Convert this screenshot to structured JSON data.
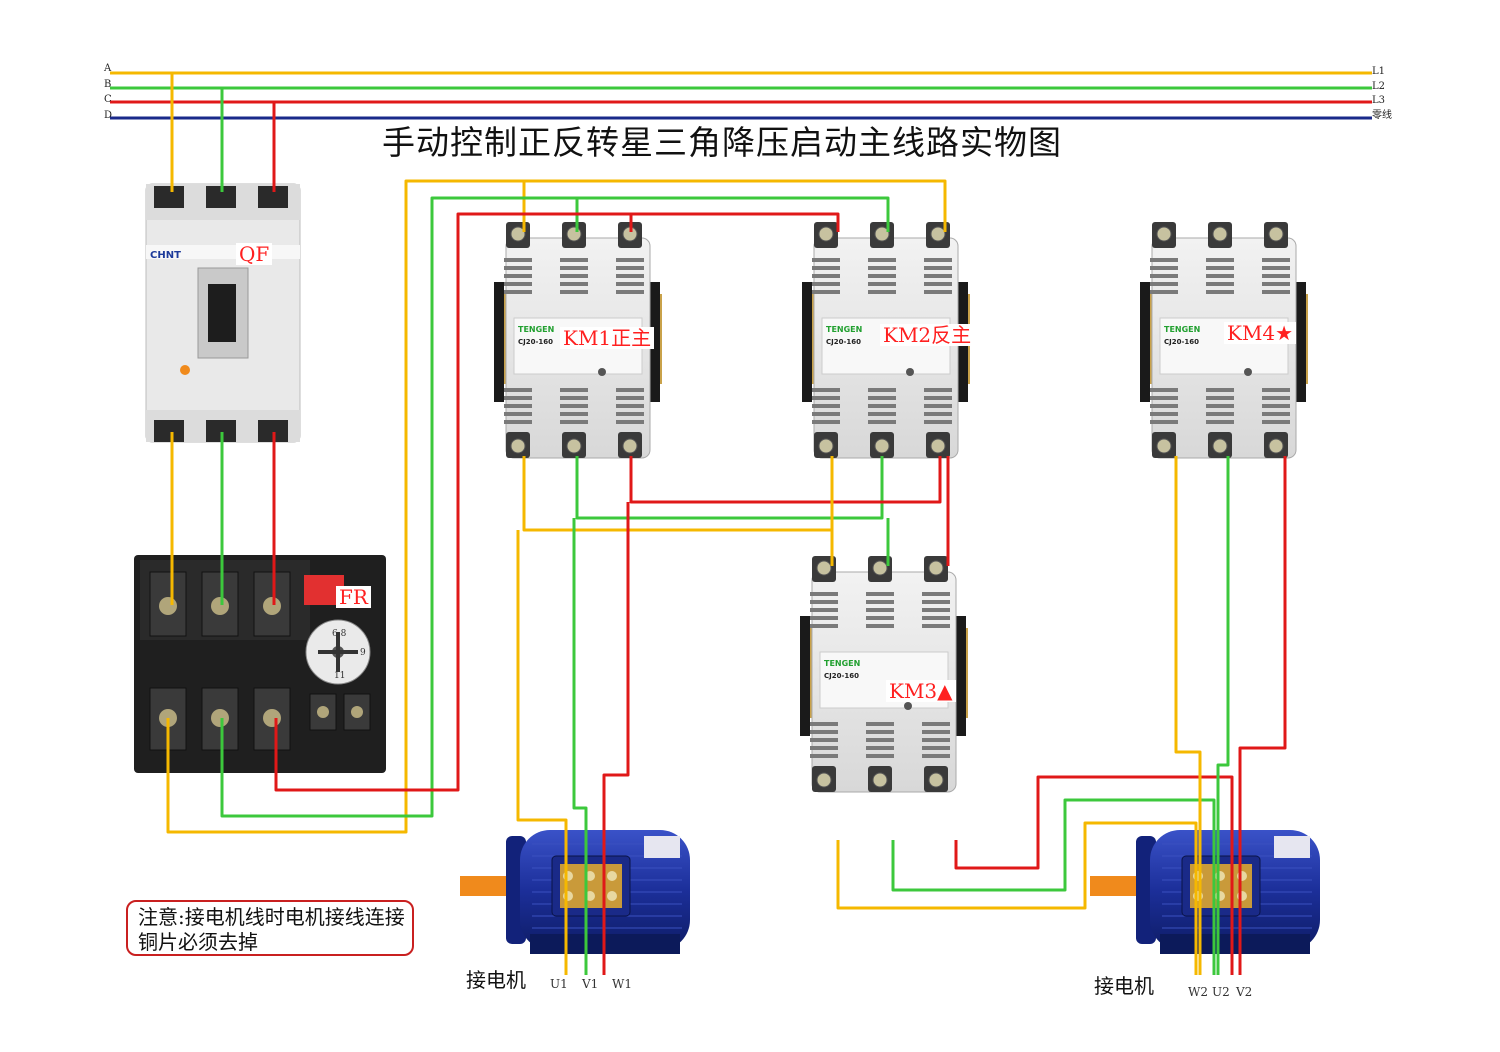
{
  "title": "手动控制正反转星三角降压启动主线路实物图",
  "bus_left": [
    "A",
    "B",
    "C",
    "D"
  ],
  "bus_right": [
    "L1",
    "L2",
    "L3",
    "零线"
  ],
  "colors": {
    "phase_a": "#f5b800",
    "phase_b": "#3cc83c",
    "phase_c": "#e01818",
    "neutral": "#1a2a8a",
    "label": "#ff2020"
  },
  "devices": {
    "breaker": {
      "label": "QF",
      "brand": "CHNT"
    },
    "overload_relay": {
      "label": "FR",
      "dial": [
        "6.8",
        "9",
        "11"
      ]
    },
    "km1": {
      "label": "KM1正主",
      "brand": "TENGEN",
      "model": "CJ20-160"
    },
    "km2": {
      "label": "KM2反主",
      "brand": "TENGEN",
      "model": "CJ20-160"
    },
    "km3": {
      "label": "KM3",
      "marker": "triangle-icon",
      "brand": "TENGEN",
      "model": "CJ20-160"
    },
    "km4": {
      "label": "KM4",
      "marker": "star-icon",
      "brand": "TENGEN",
      "model": "CJ20-160"
    }
  },
  "note": "注意:接电机线时电机接线连接铜片必须去掉",
  "motor1": {
    "caption": "接电机",
    "terminals": [
      "U1",
      "V1",
      "W1"
    ]
  },
  "motor2": {
    "caption": "接电机",
    "terminals": [
      "W2",
      "U2",
      "V2"
    ]
  }
}
